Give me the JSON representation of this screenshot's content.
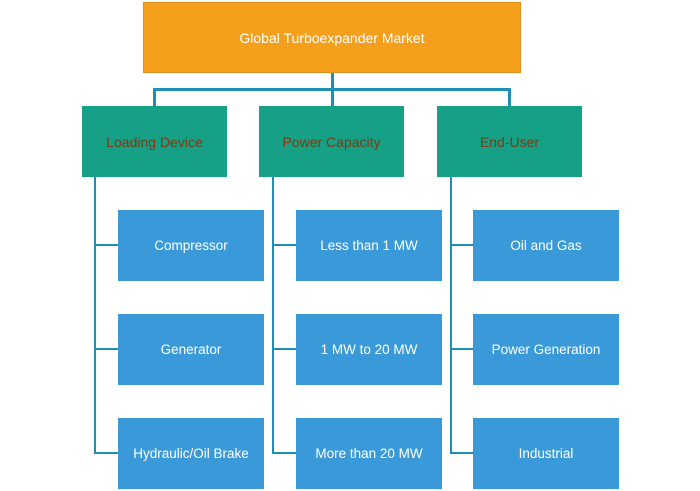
{
  "root": {
    "label": "Global Turboexpander Market"
  },
  "categories": [
    {
      "label": "Loading Device",
      "items": [
        "Compressor",
        "Generator",
        "Hydraulic/Oil Brake"
      ]
    },
    {
      "label": "Power Capacity",
      "items": [
        "Less than 1 MW",
        "1 MW to 20 MW",
        "More than 20 MW"
      ]
    },
    {
      "label": "End-User",
      "items": [
        "Oil and Gas",
        "Power Generation",
        "Industrial"
      ]
    }
  ],
  "colors": {
    "root": "#f5a01c",
    "category": "#16a085",
    "category_text": "#7a3b10",
    "leaf": "#3a9ad9",
    "connector": "#1e8fb8"
  }
}
